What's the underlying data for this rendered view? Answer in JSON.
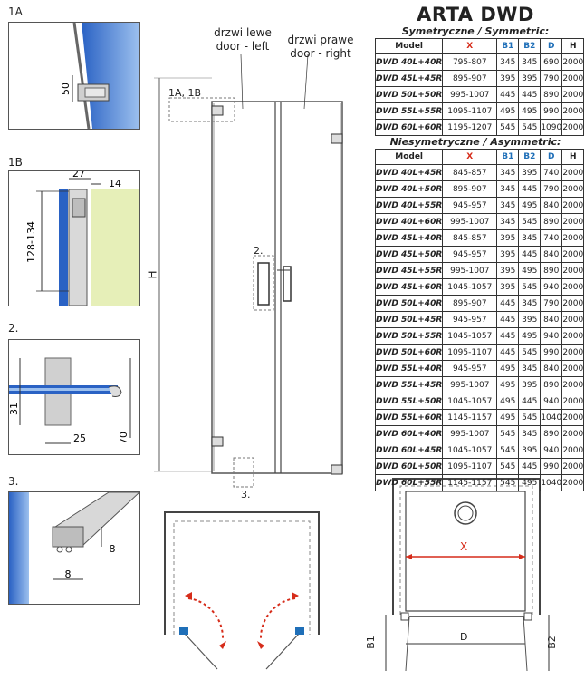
{
  "title": "ARTA DWD",
  "symmetric": {
    "subtitle": "Symetryczne / Symmetric:",
    "headers": [
      "Model",
      "X",
      "B1",
      "B2",
      "D",
      "H"
    ],
    "rows": [
      [
        "DWD 40L+40R",
        "795-807",
        "345",
        "345",
        "690",
        "2000"
      ],
      [
        "DWD 45L+45R",
        "895-907",
        "395",
        "395",
        "790",
        "2000"
      ],
      [
        "DWD 50L+50R",
        "995-1007",
        "445",
        "445",
        "890",
        "2000"
      ],
      [
        "DWD 55L+55R",
        "1095-1107",
        "495",
        "495",
        "990",
        "2000"
      ],
      [
        "DWD 60L+60R",
        "1195-1207",
        "545",
        "545",
        "1090",
        "2000"
      ]
    ]
  },
  "asymmetric": {
    "subtitle": "Niesymetryczne / Asymmetric:",
    "headers": [
      "Model",
      "X",
      "B1",
      "B2",
      "D",
      "H"
    ],
    "rows": [
      [
        "DWD 40L+45R",
        "845-857",
        "345",
        "395",
        "740",
        "2000"
      ],
      [
        "DWD 40L+50R",
        "895-907",
        "345",
        "445",
        "790",
        "2000"
      ],
      [
        "DWD 40L+55R",
        "945-957",
        "345",
        "495",
        "840",
        "2000"
      ],
      [
        "DWD 40L+60R",
        "995-1007",
        "345",
        "545",
        "890",
        "2000"
      ],
      [
        "DWD 45L+40R",
        "845-857",
        "395",
        "345",
        "740",
        "2000"
      ],
      [
        "DWD 45L+50R",
        "945-957",
        "395",
        "445",
        "840",
        "2000"
      ],
      [
        "DWD 45L+55R",
        "995-1007",
        "395",
        "495",
        "890",
        "2000"
      ],
      [
        "DWD 45L+60R",
        "1045-1057",
        "395",
        "545",
        "940",
        "2000"
      ],
      [
        "DWD 50L+40R",
        "895-907",
        "445",
        "345",
        "790",
        "2000"
      ],
      [
        "DWD 50L+45R",
        "945-957",
        "445",
        "395",
        "840",
        "2000"
      ],
      [
        "DWD 50L+55R",
        "1045-1057",
        "445",
        "495",
        "940",
        "2000"
      ],
      [
        "DWD 50L+60R",
        "1095-1107",
        "445",
        "545",
        "990",
        "2000"
      ],
      [
        "DWD 55L+40R",
        "945-957",
        "495",
        "345",
        "840",
        "2000"
      ],
      [
        "DWD 55L+45R",
        "995-1007",
        "495",
        "395",
        "890",
        "2000"
      ],
      [
        "DWD 55L+50R",
        "1045-1057",
        "495",
        "445",
        "940",
        "2000"
      ],
      [
        "DWD 55L+60R",
        "1145-1157",
        "495",
        "545",
        "1040",
        "2000"
      ],
      [
        "DWD 60L+40R",
        "995-1007",
        "545",
        "345",
        "890",
        "2000"
      ],
      [
        "DWD 60L+45R",
        "1045-1057",
        "545",
        "395",
        "940",
        "2000"
      ],
      [
        "DWD 60L+50R",
        "1095-1107",
        "545",
        "445",
        "990",
        "2000"
      ],
      [
        "DWD 60L+55R",
        "1145-1157",
        "545",
        "495",
        "1040",
        "2000"
      ]
    ]
  },
  "details": {
    "d1a": {
      "label": "1A",
      "dim": "50"
    },
    "d1b": {
      "label": "1B",
      "dim_width": "27",
      "dim_gap": "14",
      "dim_height": "128-134"
    },
    "d2": {
      "label": "2.",
      "dim_a": "31",
      "dim_b": "25",
      "dim_c": "70"
    },
    "d3": {
      "label": "3.",
      "dim_a": "8",
      "dim_b": "8"
    }
  },
  "front": {
    "door_left_pl": "drzwi lewe",
    "door_left_en": "door - left",
    "door_right_pl": "drzwi prawe",
    "door_right_en": "door - right",
    "ref_1ab": "1A, 1B",
    "ref_2": "2.",
    "ref_3": "3.",
    "height_label": "H"
  },
  "plan": {
    "x_label": "X",
    "d_label": "D",
    "b1_label": "B1",
    "b2_label": "B2"
  },
  "colors": {
    "accent_red": "#d62c1a",
    "accent_blue": "#1f6fb8",
    "glass_blue": "#3f7fd0"
  }
}
